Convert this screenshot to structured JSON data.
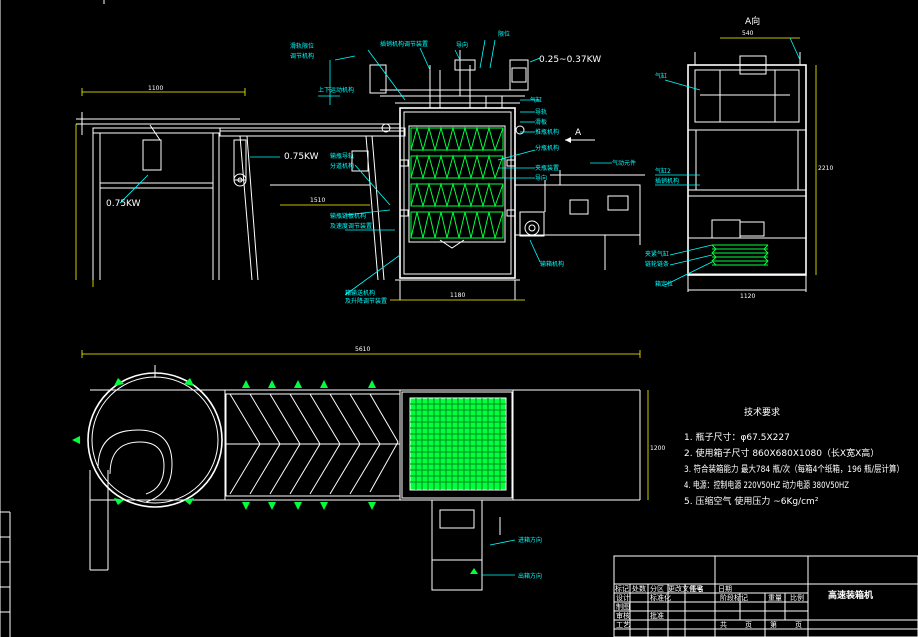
{
  "colors": {
    "background": "#000000",
    "lines": "#ffffff",
    "dimension": "#ffff00",
    "annotation": "#00ffff",
    "hatch": "#00ff3c"
  },
  "view_label_a": "A向",
  "arrow_label_a": "A",
  "motor_labels": {
    "top_motor": "0.25~0.37KW",
    "middle_motor": "0.75KW",
    "left_motor": "0.75KW"
  },
  "tech": {
    "heading": "技术要求",
    "items": [
      {
        "num": "1.",
        "text": "瓶子尺寸：φ67.5X227"
      },
      {
        "num": "2.",
        "text": "使用箱子尺寸 860X680X1080（长X宽X高）"
      },
      {
        "num": "3.",
        "text": "符合装箱能力 最大784 瓶/次（每箱4个纸箱，196 瓶/层计算）"
      },
      {
        "num": "4.",
        "text": "电源：控制电源 220V50HZ  动力电源 380V50HZ"
      },
      {
        "num": "5.",
        "text": "压缩空气 使用压力 ~6Kg/cm²"
      }
    ]
  },
  "title_block": {
    "drawing_name": "高速装箱机",
    "rows": [
      "设计",
      "制图",
      "审核",
      "工艺"
    ],
    "headers": [
      "标记",
      "处数",
      "分区",
      "更改文件号",
      "签名",
      "日期"
    ],
    "cols": [
      "阶段标记",
      "重量",
      "比例"
    ],
    "bottom": [
      "共",
      "页",
      "第",
      "页"
    ],
    "row2": [
      "标准化",
      "批准"
    ]
  }
}
